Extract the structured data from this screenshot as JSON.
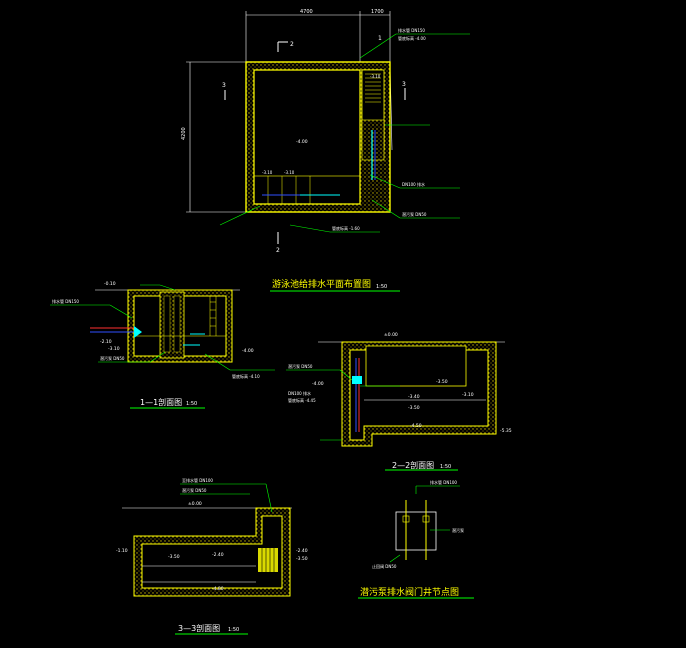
{
  "colors": {
    "background": "#000000",
    "wall": "#ffff00",
    "dim": "#ffffff",
    "leader": "#00ff00",
    "pipe_cyan": "#00ffff",
    "pipe_blue": "#3050ff",
    "pipe_red": "#ff3030",
    "wall_hatch": "#c8b400"
  },
  "plan": {
    "title": "游泳池给排水平面布置图",
    "scale": "1:50",
    "dim_top_1": "4700",
    "dim_top_2": "1700",
    "dim_left": "4200",
    "sec_2_top": "2",
    "sec_1": "1",
    "sec_3_left": "3",
    "sec_3_right": "3",
    "sec_2_bottom": "2",
    "lvl_center": "-4.00",
    "lvl_pit_1": "-3.10",
    "lvl_pit_2": "-3.10",
    "lvl_pit_3": "-3.10",
    "note_a": "排水管 DN150",
    "note_b": "管底标高 -4.00",
    "note_c": "DN100 排水",
    "note_d": "潜污泵 DN50",
    "note_e": "管底标高 -1.60"
  },
  "sec1": {
    "title": "1—1剖面图",
    "scale": "1:50",
    "lvl_top": "-0.10",
    "lvl_left": "-2.10",
    "lvl_mid": "-3.10",
    "lvl_bot": "-4.00",
    "note_a": "潜污泵 DN50",
    "note_b": "排水管 DN150",
    "note_c": "管底标高 -4.10"
  },
  "sec2": {
    "title": "2—2剖面图",
    "scale": "1:50",
    "lvl_top": "±0.00",
    "lvl_left": "-4.00",
    "lvl_a": "-3.40",
    "lvl_b": "-3.50",
    "lvl_c": "-4.50",
    "lvl_d": "-3.10",
    "lvl_e": "-3.50",
    "lvl_f": "-5.35",
    "note_a": "潜污泵 DN50",
    "note_b": "DN100 排水",
    "note_c": "管底标高 -4.45"
  },
  "sec3": {
    "title": "3—3剖面图",
    "scale": "1:50",
    "lvl_top": "±0.00",
    "lvl_left": "-1.10",
    "lvl_a": "-2.40",
    "lvl_b": "-3.50",
    "lvl_c": "-4.80",
    "lvl_r1": "-2.40",
    "lvl_r2": "-3.50",
    "note_a": "至排水管 DN100",
    "note_b": "潜污泵 DN50"
  },
  "detail": {
    "title": "潜污泵排水阀门井节点图",
    "note_a": "排水管 DN100",
    "note_b": "潜污泵",
    "note_c": "止回阀 DN50"
  }
}
